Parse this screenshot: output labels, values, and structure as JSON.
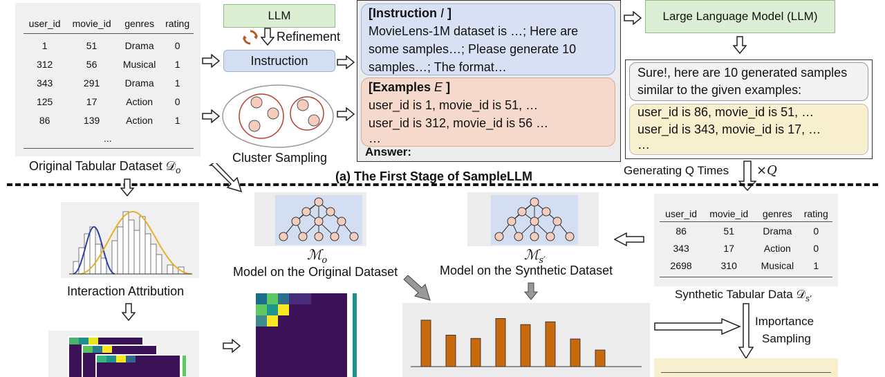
{
  "original_table": {
    "headers": [
      "user_id",
      "movie_id",
      "genres",
      "rating"
    ],
    "rows": [
      [
        "1",
        "51",
        "Drama",
        "0"
      ],
      [
        "312",
        "56",
        "Musical",
        "1"
      ],
      [
        "343",
        "291",
        "Drama",
        "1"
      ],
      [
        "125",
        "17",
        "Action",
        "0"
      ],
      [
        "86",
        "139",
        "Action",
        "1"
      ]
    ],
    "ellipsis": "...",
    "caption": "Original Tabular Dataset 𝒟",
    "caption_sub": "o"
  },
  "stage1": {
    "llm_label": "LLM",
    "refinement_label": "Refinement",
    "instruction_label": "Instruction",
    "cluster_label": "Cluster Sampling",
    "prompt": {
      "instruction_title": "[Instruction ",
      "instruction_symbol": "I",
      "instruction_close": " ]",
      "instruction_lines": [
        "MovieLens-1M dataset is …; Here are",
        "some samples…; Please generate 10",
        "samples…; The format…"
      ],
      "examples_title": "[Examples ",
      "examples_symbol": "E",
      "examples_close": " ]",
      "example_lines": [
        "user_id is 1, movie_id is 51, …",
        "user_id is 312, movie_id is 56 …",
        "…"
      ],
      "answer_label": "Answer:"
    },
    "large_llm_label": "Large Language Model (LLM)",
    "reply_lines": [
      "Sure!, here are 10 generated samples",
      "similar to the given examples:"
    ],
    "generated_lines": [
      "user_id is 86, movie_id is 51, …",
      "user_id is 343, movie_id is 17, …",
      "…"
    ],
    "generating_label": "Generating Q Times",
    "times_label": "×Q",
    "stage_title": "(a) The First Stage of SampleLLM"
  },
  "stage2": {
    "model_original_symbol": "ℳ",
    "model_original_sub": "o",
    "model_original_label": "Model on the Original Dataset",
    "model_synthetic_symbol": "ℳ",
    "model_synthetic_sub": "s′",
    "model_synthetic_label": "Model on the Synthetic Dataset",
    "interaction_label": "Interaction Attribution",
    "synthetic_table": {
      "headers": [
        "user_id",
        "movie_id",
        "genres",
        "rating"
      ],
      "rows": [
        [
          "86",
          "51",
          "Drama",
          "0"
        ],
        [
          "343",
          "17",
          "Action",
          "0"
        ],
        [
          "2698",
          "310",
          "Musical",
          "1"
        ]
      ]
    },
    "synthetic_caption": "Synthetic Tabular Data 𝒟",
    "synthetic_caption_sub": "s′",
    "importance_label_1": "Importance",
    "importance_label_2": "Sampling",
    "bar_values": [
      0.84,
      0.57,
      0.51,
      0.87,
      0.76,
      0.81,
      0.5,
      0.3
    ],
    "bar_color": "#c9690e"
  },
  "colors": {
    "llm_green": "#dcefd4",
    "instruction_blue": "#d3def3",
    "examples_pink": "#f4d9cc",
    "generated_yellow": "#f8efcf",
    "node_fill": "#f6cdbd",
    "cluster_red": "#c0392b"
  },
  "icons": [
    "refresh-icon",
    "arrow-right-icon",
    "arrow-down-icon",
    "neural-network-icon",
    "histogram-icon",
    "heatmap-icon"
  ]
}
